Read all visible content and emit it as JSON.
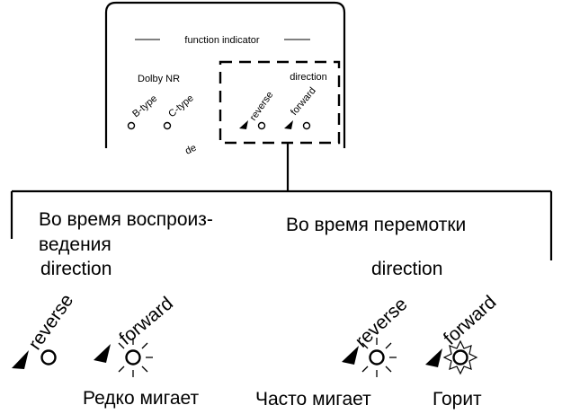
{
  "panel": {
    "function_indicator": "function indicator",
    "dolby_nr": "Dolby NR",
    "b_type": "B-type",
    "c_type": "C-type",
    "partial_label": "de",
    "direction": "direction",
    "reverse": "reverse",
    "forward": "forward"
  },
  "playback": {
    "title_line1": "Во время воспроиз-",
    "title_line2": "ведения",
    "direction": "direction",
    "reverse": "reverse",
    "forward": "forward",
    "caption": "Редко мигает"
  },
  "winding": {
    "title": "Во время перемотки",
    "direction": "direction",
    "reverse": "reverse",
    "forward": "forward",
    "caption_fast": "Часто мигает",
    "caption_on": "Горит"
  }
}
